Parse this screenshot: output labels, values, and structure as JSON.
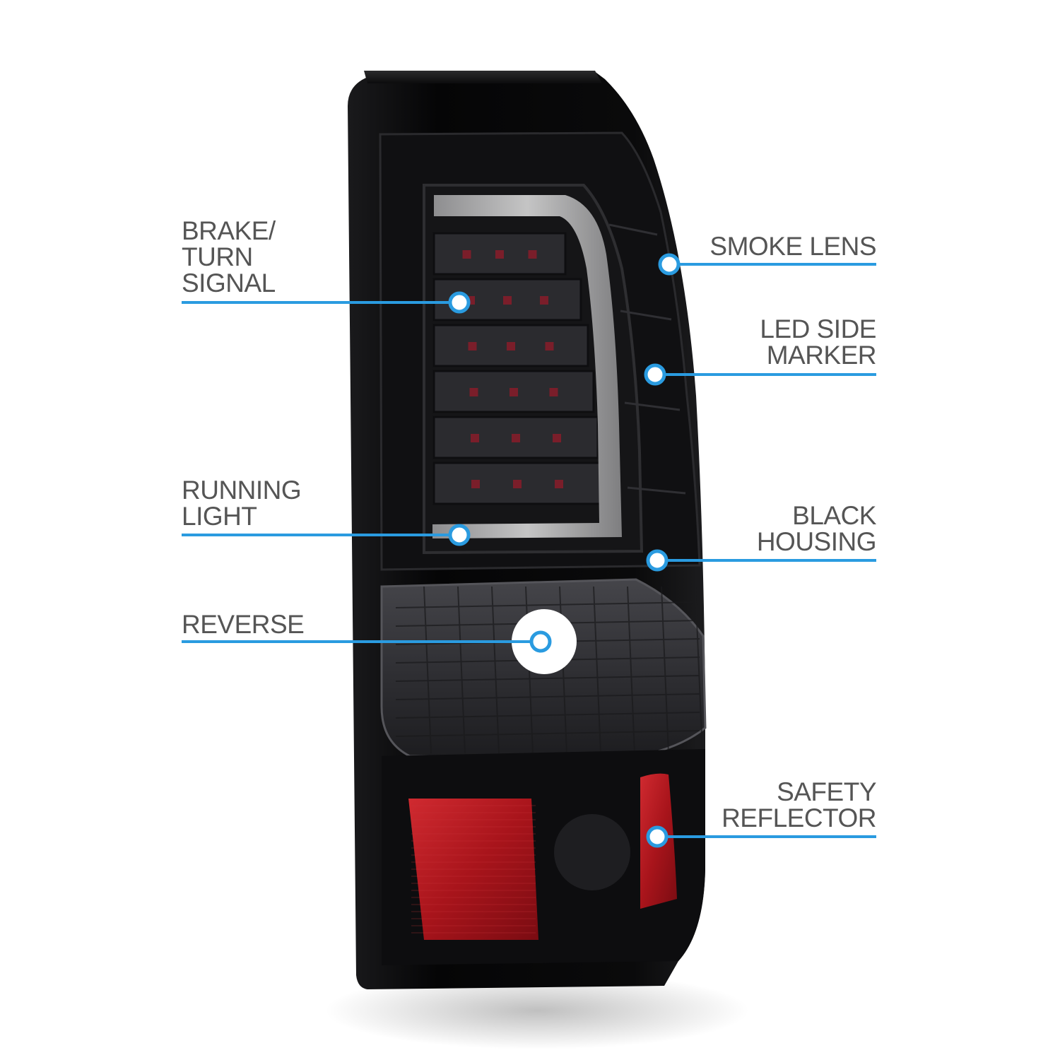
{
  "product": {
    "name": "LED tail light",
    "housing_color": "#0b0b0d",
    "lens_color": "#2a2a2e",
    "reflector_color": "#b0141c",
    "light_bar_color": "#c8c8c8"
  },
  "theme": {
    "accent": "#2a9be0",
    "label_text": "#555555",
    "background": "#ffffff"
  },
  "callouts": {
    "brake_turn": {
      "label": "BRAKE/\nTURN\nSIGNAL"
    },
    "running_light": {
      "label": "RUNNING\nLIGHT"
    },
    "reverse": {
      "label": "REVERSE"
    },
    "smoke_lens": {
      "label": "SMOKE LENS"
    },
    "led_side_marker": {
      "label": "LED SIDE\nMARKER"
    },
    "black_housing": {
      "label": "BLACK\nHOUSING"
    },
    "safety_reflector": {
      "label": "SAFETY\nREFLECTOR"
    }
  }
}
